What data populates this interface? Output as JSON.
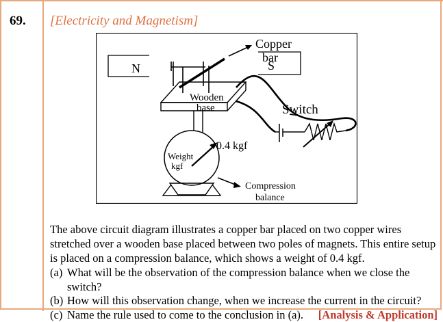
{
  "question": {
    "number": "69.",
    "topic": "[Electricity and Magnetism]"
  },
  "figure": {
    "magnet_n": "N",
    "magnet_s": "S",
    "copper_bar_line1": "Copper",
    "copper_bar_line2": "bar",
    "wooden_base_line1": "Wooden",
    "wooden_base_line2": "base",
    "switch": "Switch",
    "weight_line1": "Weight",
    "weight_line2": "kgf",
    "reading": "0.4 kgf",
    "compression_line1": "Compression",
    "compression_line2": "balance"
  },
  "paragraph": "The above circuit diagram illustrates a copper bar placed on two copper wires stretched over a wooden base placed between two poles of magnets. This entire setup is placed on a compression balance, which shows a weight of 0.4 kgf.",
  "subquestions": [
    {
      "label": "(a)",
      "text": "What will be the observation of the compression balance when we close the switch?"
    },
    {
      "label": "(b)",
      "text": "How will this observation change, when we increase the current in the circuit?"
    },
    {
      "label": "(c)",
      "text": "Name the rule used to come to the conclusion in (a)."
    }
  ],
  "tag": "[Analysis & Application]"
}
